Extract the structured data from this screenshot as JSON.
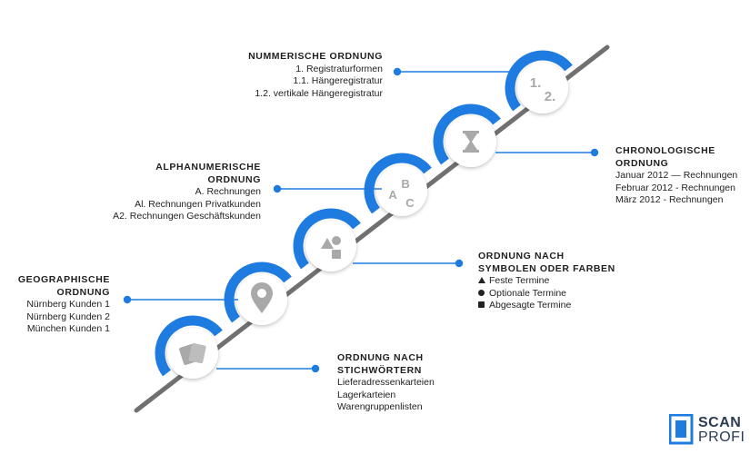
{
  "colors": {
    "accent": "#1e7be0",
    "line": "#707070",
    "icon": "#a9a9a9",
    "text": "#1f1f1f"
  },
  "steps": [
    {
      "id": "stichwoerter",
      "icon": "cards-icon",
      "title_lines": [
        "ORDNUNG NACH",
        "STICHWÖRTERN"
      ],
      "items": [
        "Lieferadressenkarteien",
        "Lagerkarteien",
        "Warengruppenlisten"
      ]
    },
    {
      "id": "geographische",
      "icon": "map-pin-icon",
      "title_lines": [
        "GEOGRAPHISCHE",
        "ORDNUNG"
      ],
      "items": [
        "Nürnberg Kunden 1",
        "Nürnberg Kunden 2",
        "München Kunden 1"
      ]
    },
    {
      "id": "symbole",
      "icon": "shapes-icon",
      "title_lines": [
        "ORDNUNG NACH",
        "SYMBOLEN ODER FARBEN"
      ],
      "items": [
        "Feste Termine",
        "Optionale Termine",
        "Abgesagte Termine"
      ]
    },
    {
      "id": "alphanumerische",
      "icon": "abc-icon",
      "icon_letters": [
        "A",
        "B",
        "C"
      ],
      "title_lines": [
        "ALPHANUMERISCHE",
        "ORDNUNG"
      ],
      "items": [
        "A. Rechnungen",
        "Al. Rechnungen Privatkunden",
        "A2. Rechnungen Geschäftskunden"
      ]
    },
    {
      "id": "chronologische",
      "icon": "hourglass-icon",
      "title_lines": [
        "CHRONOLOGISCHE",
        "ORDNUNG"
      ],
      "items": [
        "Januar 2012 — Rechnungen",
        "Februar 2012 - Rechnungen",
        "März 2012 - Rechnungen"
      ]
    },
    {
      "id": "nummerische",
      "icon": "numbers-icon",
      "icon_numbers": [
        "1.",
        "2."
      ],
      "title_lines": [
        "NUMMERISCHE ORDNUNG"
      ],
      "items": [
        "1. Registraturformen",
        "1.1. Hängeregistratur",
        "1.2. vertikale Hängeregistratur"
      ]
    }
  ],
  "logo": {
    "line1": "SCAN",
    "line2": "PROFI"
  }
}
